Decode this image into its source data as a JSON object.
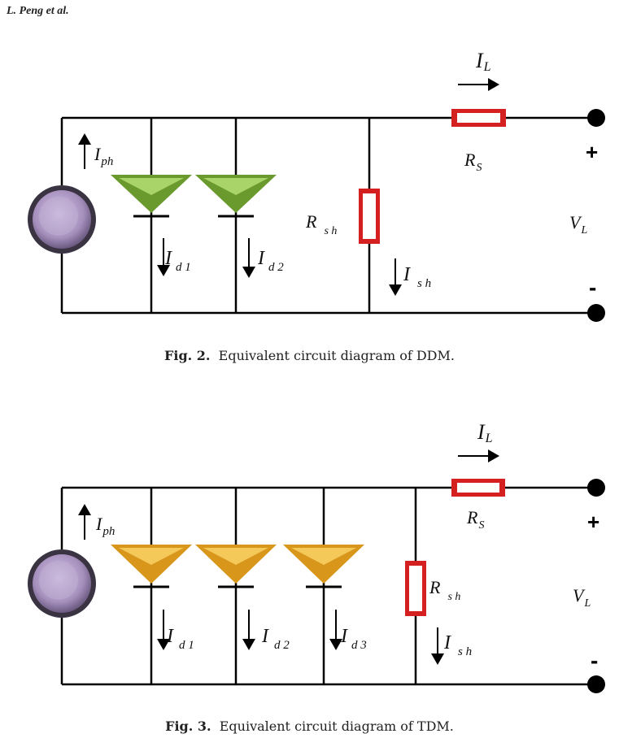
{
  "header": {
    "text": "L. Peng et al."
  },
  "figures": [
    {
      "caption_label": "Fig. 2.",
      "caption_text": "Equivalent circuit diagram of DDM.",
      "labels": {
        "IL_main": "I",
        "IL_sub": "L",
        "Iph_main": "I",
        "Iph_sub": "ph",
        "Rs_main": "R",
        "Rs_sub": "S",
        "Rsh_main": "R",
        "Rsh_sub": "s h",
        "Ish_main": "I",
        "Ish_sub": "s h",
        "VL_main": "V",
        "VL_sub": "L",
        "plus": "+",
        "minus": "-",
        "diodes": [
          {
            "main": "I",
            "sub": "d 1"
          },
          {
            "main": "I",
            "sub": "d 2"
          }
        ]
      },
      "colors": {
        "diode_fill": "#7aa83a",
        "diode_light": "#a9d46a",
        "resistor": "#d42020"
      }
    },
    {
      "caption_label": "Fig. 3.",
      "caption_text": "Equivalent circuit diagram of TDM.",
      "labels": {
        "IL_main": "I",
        "IL_sub": "L",
        "Iph_main": "I",
        "Iph_sub": "ph",
        "Rs_main": "R",
        "Rs_sub": "S",
        "Rsh_main": "R",
        "Rsh_sub": "s h",
        "Ish_main": "I",
        "Ish_sub": "s h",
        "VL_main": "V",
        "VL_sub": "L",
        "plus": "+",
        "minus": "-",
        "diodes": [
          {
            "main": "I",
            "sub": "d 1"
          },
          {
            "main": "I",
            "sub": "d 2"
          },
          {
            "main": "I",
            "sub": "d 3"
          }
        ]
      },
      "colors": {
        "diode_fill": "#e0a21a",
        "diode_light": "#f5c85a",
        "resistor": "#d42020"
      }
    }
  ]
}
